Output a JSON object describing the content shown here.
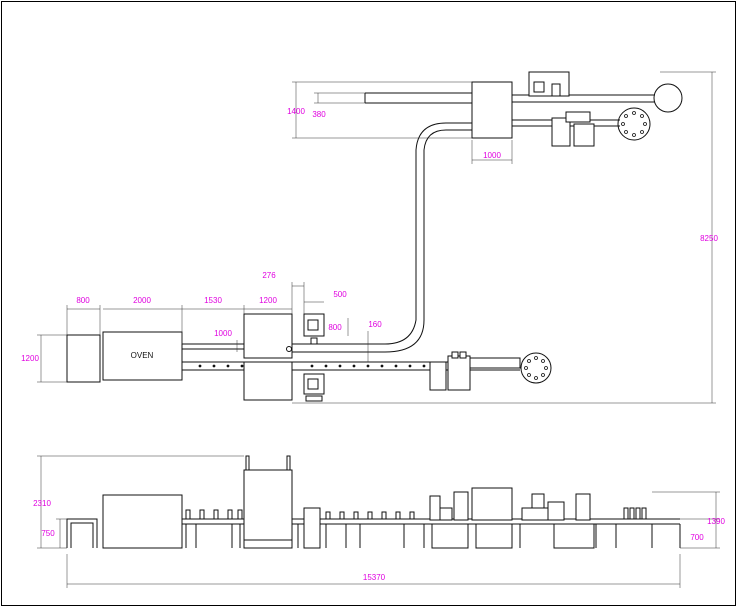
{
  "diagram": {
    "oven_label": "OVEN",
    "plan_dims": {
      "d800a": "800",
      "d2000": "2000",
      "d1530": "1530",
      "d1200a": "1200",
      "d276": "276",
      "d500": "500",
      "d800b": "800",
      "d1000a": "1000",
      "d160": "160",
      "d1200b": "1200",
      "d1400": "1400",
      "d380": "380",
      "d1000b": "1000",
      "d8250": "8250"
    },
    "elev_dims": {
      "d2310": "2310",
      "d750": "750",
      "d1390": "1390",
      "d700": "700",
      "d15370": "15370"
    }
  },
  "colors": {
    "dimension": "#e000e0",
    "line": "#111111"
  }
}
